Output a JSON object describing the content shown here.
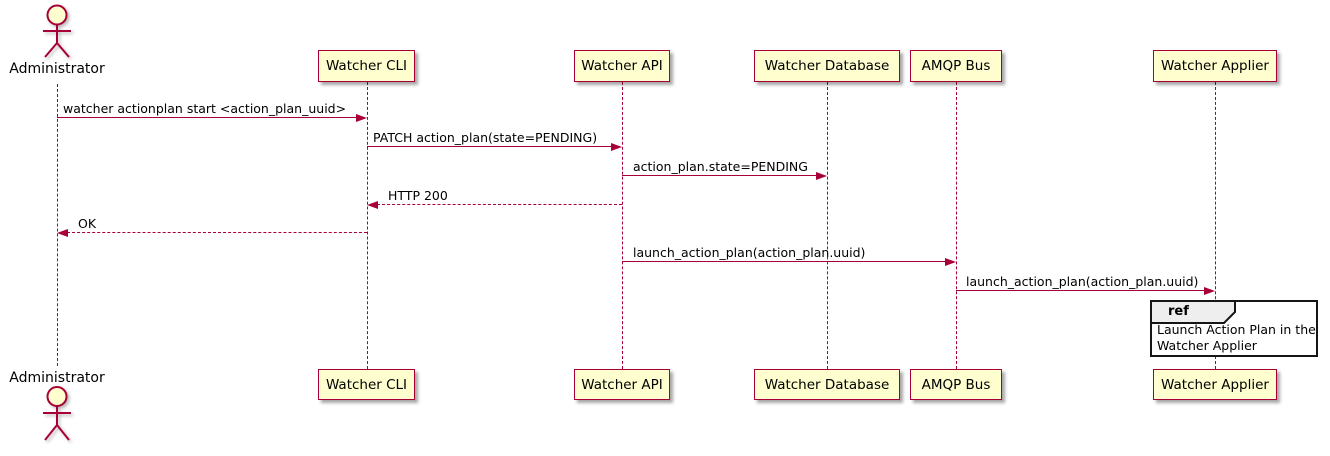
{
  "diagram": {
    "type": "sequence-diagram",
    "colors": {
      "participant_fill": "#FEFECE",
      "participant_border": "#A80036",
      "lifeline": "#A80036",
      "arrow": "#A80036",
      "text": "#000000",
      "ref_border": "#151515",
      "ref_body_fill": "#FFFFFF",
      "ref_header_fill": "#EEEEEE"
    },
    "actor": {
      "name": "Administrator"
    },
    "participants": [
      {
        "label": "Watcher CLI"
      },
      {
        "label": "Watcher API"
      },
      {
        "label": "Watcher Database"
      },
      {
        "label": "AMQP Bus"
      },
      {
        "label": "Watcher Applier"
      }
    ],
    "messages": [
      {
        "from": "Administrator",
        "to": "Watcher CLI",
        "line": "solid",
        "label": "watcher actionplan start <action_plan_uuid>"
      },
      {
        "from": "Watcher CLI",
        "to": "Watcher API",
        "line": "solid",
        "label": "PATCH action_plan(state=PENDING)"
      },
      {
        "from": "Watcher API",
        "to": "Watcher Database",
        "line": "solid",
        "label": "action_plan.state=PENDING"
      },
      {
        "from": "Watcher API",
        "to": "Watcher CLI",
        "line": "dashed",
        "label": "HTTP 200"
      },
      {
        "from": "Watcher CLI",
        "to": "Administrator",
        "line": "dashed",
        "label": "OK"
      },
      {
        "from": "Watcher API",
        "to": "AMQP Bus",
        "line": "solid",
        "label": "launch_action_plan(action_plan.uuid)"
      },
      {
        "from": "AMQP Bus",
        "to": "Watcher Applier",
        "line": "solid",
        "label": "launch_action_plan(action_plan.uuid)"
      }
    ],
    "ref": {
      "keyword": "ref",
      "over": "Watcher Applier",
      "line1": "Launch Action Plan in the",
      "line2": "Watcher Applier"
    }
  }
}
